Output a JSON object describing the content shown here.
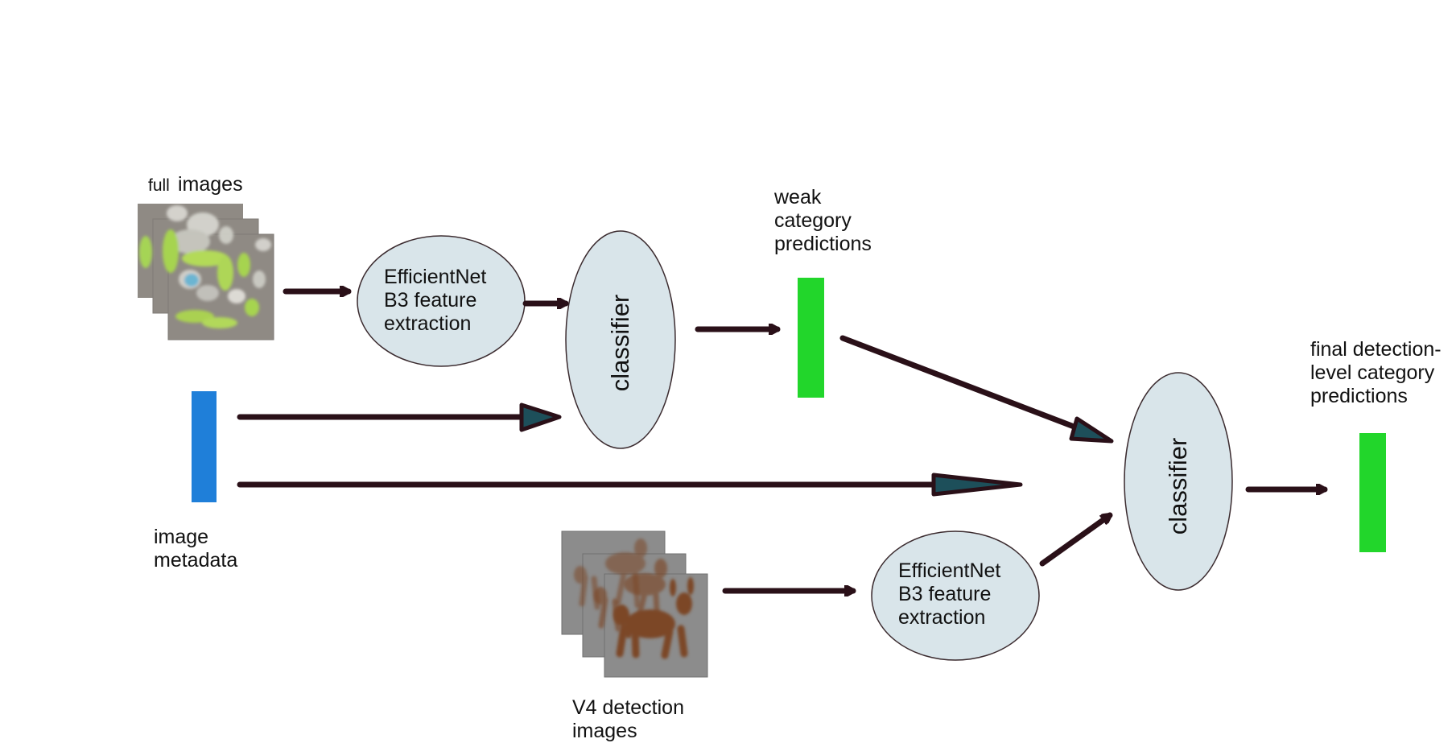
{
  "labels": {
    "full_images_small": "full",
    "full_images_main": "images",
    "weak_predictions": [
      "weak",
      "category",
      "predictions"
    ],
    "image_metadata": [
      "image",
      "metadata"
    ],
    "v4_detection_images": [
      "V4 detection",
      "images"
    ],
    "final_predictions": [
      "final detection-",
      "level category",
      "predictions"
    ]
  },
  "nodes": {
    "feature_extractor_top": [
      "EfficientNet",
      "B3 feature",
      "extraction"
    ],
    "feature_extractor_bottom": [
      "EfficientNet",
      "B3 feature",
      "extraction"
    ],
    "classifier_top": "classifier",
    "classifier_bottom": "classifier"
  },
  "colors": {
    "green": "#22d62b",
    "blue": "#1f7fd9",
    "ellipse": "#d9e5ea",
    "arrow": "#2a1018",
    "arrow_head_fill": "#1d4f5a",
    "image_gray": "#8f8a84",
    "detection_gray": "#8c8c8c",
    "deer_brown": "#7c4727"
  },
  "icons": {
    "full_images": "stacked-full-images-icon",
    "detection_images": "stacked-detection-images-icon",
    "deer": "deer-silhouette-icon"
  }
}
